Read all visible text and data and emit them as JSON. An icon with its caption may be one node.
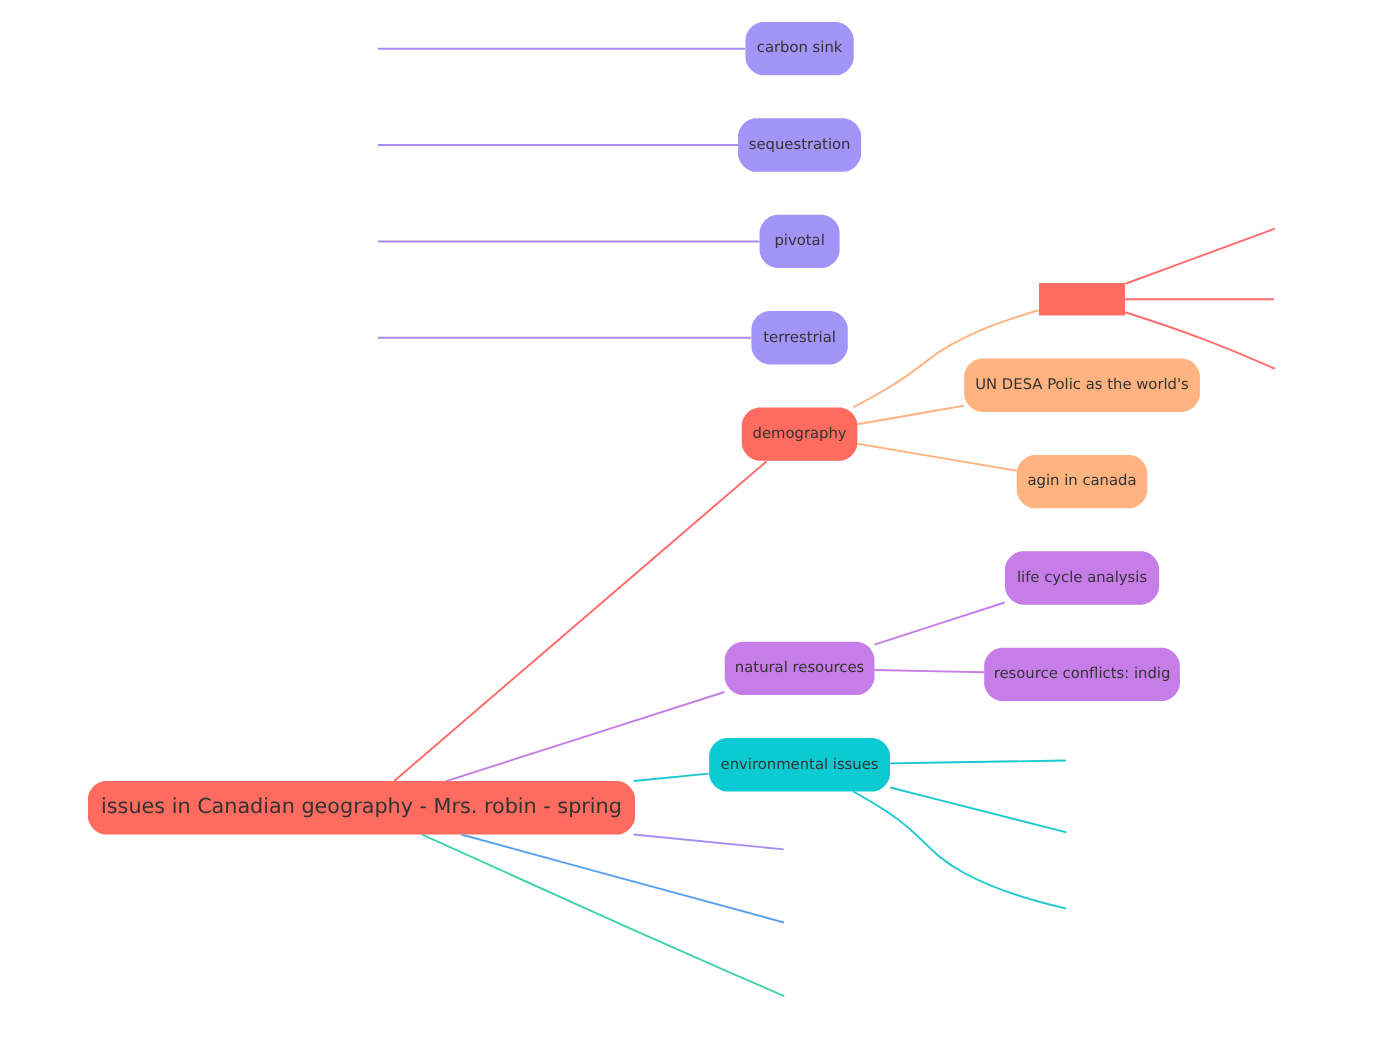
{
  "diagram": {
    "nodes": [
      {
        "text": [
          "issues in Canadian geography - Mrs. robin - spring"
        ]
      },
      {
        "text": [
          "demography"
        ]
      },
      {
        "text": [],
        "shape": "box"
      },
      {
        "text": [
          "UN DESA Polic as the world's"
        ]
      },
      {
        "text": [
          "agin in canada"
        ]
      },
      {
        "text": [
          "natural resources"
        ]
      },
      {
        "text": [
          "life cycle analysis"
        ]
      },
      {
        "text": [
          "resource conflicts: indig"
        ]
      },
      {
        "text": [
          "environmental issues"
        ]
      },
      {
        "text": [
          "terrestrial"
        ]
      },
      {
        "text": [
          "pivotal"
        ]
      },
      {
        "text": [
          "sequestration"
        ]
      },
      {
        "text": [
          "carbon sink"
        ]
      }
    ],
    "edges": [
      {
        "from": 0,
        "to": null,
        "arrow": "none",
        "color": "#3ed3a8"
      },
      {
        "from": 0,
        "to": 1,
        "arrow": "none",
        "color": "#ff6b6b"
      },
      {
        "from": 1,
        "to": 2,
        "arrow": "none",
        "color": "#ffb380"
      },
      {
        "from": 2,
        "to": null,
        "arrow": "none",
        "color": "#ff6b6b"
      },
      {
        "from": 2,
        "to": null,
        "arrow": "none",
        "color": "#ff6b6b"
      },
      {
        "from": 2,
        "to": null,
        "arrow": "none",
        "color": "#ff6b6b"
      },
      {
        "from": 1,
        "to": 3,
        "arrow": "none",
        "color": "#ffb380"
      },
      {
        "from": 1,
        "to": 4,
        "arrow": "none",
        "color": "#ffb380"
      },
      {
        "from": 0,
        "to": 5,
        "arrow": "none",
        "color": "#c77de8"
      },
      {
        "from": 5,
        "to": 6,
        "arrow": "none",
        "color": "#c77de8"
      },
      {
        "from": 5,
        "to": 7,
        "arrow": "none",
        "color": "#c77de8"
      },
      {
        "from": 0,
        "to": 8,
        "arrow": "none",
        "color": "#1ac8d0"
      },
      {
        "from": 8,
        "to": null,
        "arrow": "none",
        "color": "#1ac8d0"
      },
      {
        "from": 8,
        "to": null,
        "arrow": "none",
        "color": "#1ac8d0"
      },
      {
        "from": 8,
        "to": null,
        "arrow": "none",
        "color": "#1ac8d0"
      },
      {
        "from": 0,
        "to": null,
        "arrow": "none",
        "color": "#5aa0f0"
      },
      {
        "from": 0,
        "to": null,
        "arrow": "none",
        "color": "#a58cf5"
      },
      {
        "from": null,
        "to": 9,
        "arrow": "none",
        "color": "#a58cf5"
      },
      {
        "from": null,
        "to": 10,
        "arrow": "none",
        "color": "#a58cf5"
      },
      {
        "from": null,
        "to": 11,
        "arrow": "none",
        "color": "#a58cf5"
      },
      {
        "from": null,
        "to": 12,
        "arrow": "none",
        "color": "#a58cf5"
      }
    ]
  }
}
